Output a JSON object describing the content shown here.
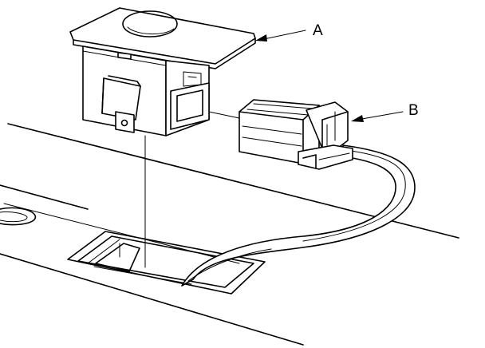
{
  "diagram": {
    "callouts": [
      {
        "id": "A",
        "label": "A",
        "target": "switch-assembly"
      },
      {
        "id": "B",
        "label": "B",
        "target": "harness-connector"
      }
    ],
    "colors": {
      "ink": "#000000",
      "paper": "#ffffff"
    }
  }
}
